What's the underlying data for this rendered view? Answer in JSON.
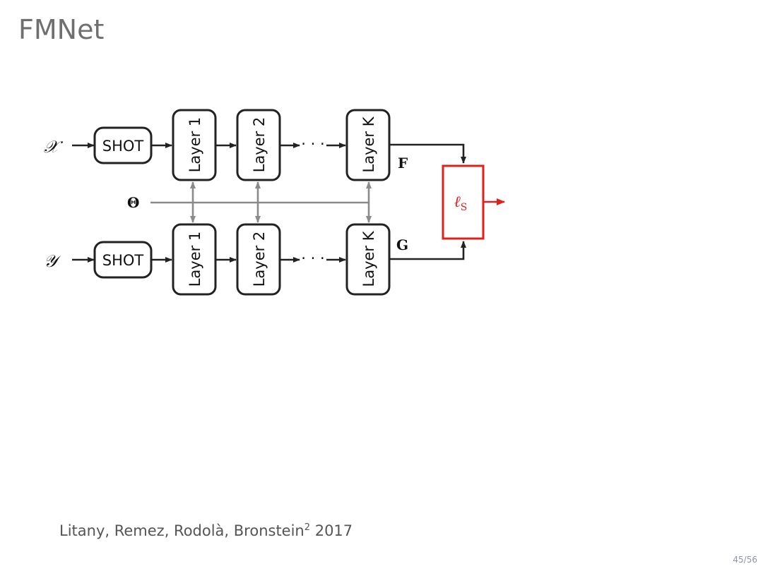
{
  "slide": {
    "title": "FMNet",
    "citation_main": "Litany, Remez, Rodolà, Bronstein",
    "citation_sup": "2",
    "citation_year": " 2017",
    "page_number": "45/56"
  },
  "diagram": {
    "input_top": "𝒳",
    "input_bottom": "𝒴",
    "shot_label": "SHOT",
    "layer1_label": "Layer 1",
    "layer2_label": "Layer 2",
    "layerK_label": "Layer K",
    "ellipsis": "· · ·",
    "theta_label": "Θ",
    "output_top": "F",
    "output_bottom": "G",
    "loss_label": "ℓ",
    "loss_sub": "S",
    "loss_color": "#e0201b",
    "line_color": "#222222",
    "shared_color": "#8a8a8a"
  }
}
